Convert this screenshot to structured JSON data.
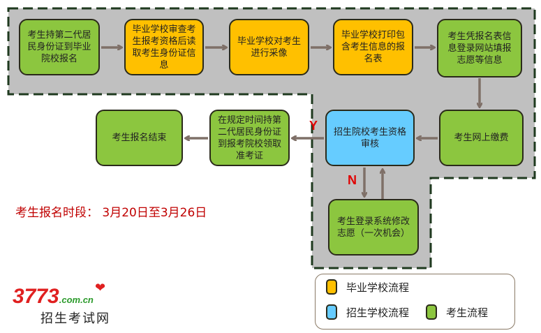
{
  "steps": [
    {
      "text": "考生持第二代居民身份证到毕业院校报名",
      "type": "考生"
    },
    {
      "text": "毕业学校审查考生报考资格后读取考生身份证信息",
      "type": "毕业学校"
    },
    {
      "text": "毕业学校对考生进行采像",
      "type": "毕业学校"
    },
    {
      "text": "毕业学校打印包含考生信息的报名表",
      "type": "毕业学校"
    },
    {
      "text": "考生凭报名表信息登录网站填报志愿等信息",
      "type": "考生"
    },
    {
      "text": "考生网上缴费",
      "type": "考生"
    },
    {
      "text": "招生院校考生资格审核",
      "type": "招生学校"
    },
    {
      "text": "在规定时间持第二代居民身份证到报考院校领取准考证",
      "type": "考生"
    },
    {
      "text": "考生报名结束",
      "type": "考生"
    },
    {
      "text": "考生登录系统修改志愿（一次机会）",
      "type": "考生"
    }
  ],
  "branch_labels": {
    "yes": "Y",
    "no": "N"
  },
  "period": "考生报名时段：  3月20日至3月26日",
  "legend": {
    "graduate_school": "毕业学校流程",
    "admission_school": "招生学校流程",
    "student": "考生流程"
  },
  "logo": {
    "number": "3773",
    "domain": ".com.cn",
    "name": "招生考试网"
  },
  "colors": {
    "graduate_school": "#ffc000",
    "admission_school": "#66ccff",
    "student": "#8cc63f",
    "arrow": "#7f7068",
    "region": "#c0c0c0"
  }
}
